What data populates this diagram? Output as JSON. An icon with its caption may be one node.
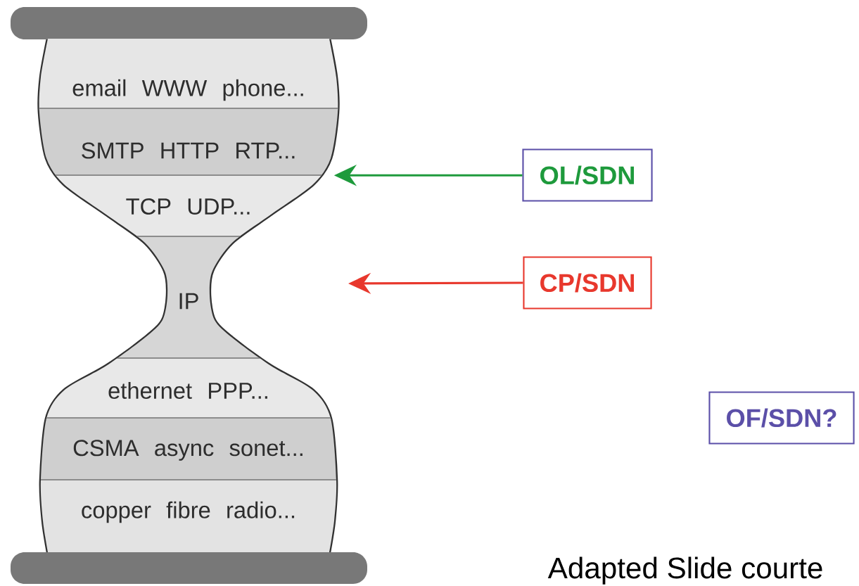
{
  "diagram": {
    "nodes": [
      {
        "text": [
          "email WWW phone..."
        ]
      },
      {
        "text": [
          "SMTP HTTP RTP..."
        ]
      },
      {
        "text": [
          "TCP UDP..."
        ]
      },
      {
        "text": [
          "IP"
        ]
      },
      {
        "text": [
          "ethernet PPP..."
        ]
      },
      {
        "text": [
          "CSMA async sonet..."
        ]
      },
      {
        "text": [
          "copper fibre radio..."
        ]
      },
      {
        "text": [
          "OL/SDN"
        ]
      },
      {
        "text": [
          "CP/SDN"
        ]
      },
      {
        "text": [
          "OF/SDN?"
        ]
      }
    ],
    "edges": [
      {
        "from": 7,
        "to": 2,
        "arrow": "to",
        "color": "#1e9a3c"
      },
      {
        "from": 8,
        "to": null,
        "arrow": "to",
        "color": "#e8382d"
      }
    ],
    "labels": [
      "Adapted Slide courte"
    ]
  }
}
